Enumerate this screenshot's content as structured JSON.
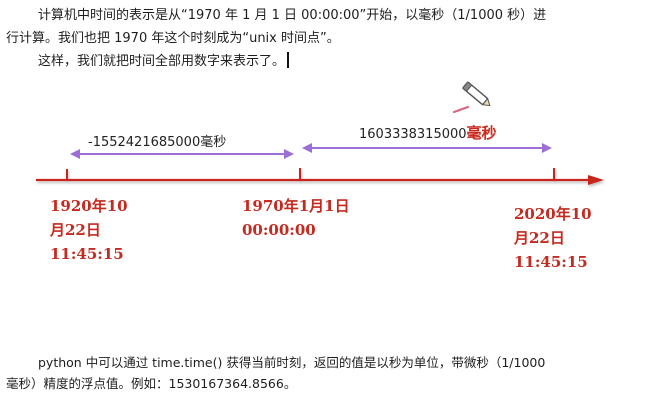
{
  "intro": {
    "line1": "计算机中时间的表示是从“1970 年 1 月 1 日  00:00:00”开始，以毫秒（1/1000 秒）进",
    "line2": "行计算。我们也把 1970 年这个时刻成为“unix 时间点”。",
    "line3": "这样，我们就把时间全部用数字来表示了。"
  },
  "timeline": {
    "axis_color": "#c8281e",
    "span_arrow_color": "#9b6fd6",
    "spans": [
      {
        "value": "-1552421685000",
        "unit": "毫秒",
        "unit_style": "plain"
      },
      {
        "value": "1603338315000",
        "unit": "毫秒",
        "unit_style": "red-bold"
      }
    ],
    "points": [
      {
        "line1": "1920年10",
        "line2": "月22日",
        "line3": "11:45:15"
      },
      {
        "line1": "1970年1月1日",
        "line2": "00:00:00"
      },
      {
        "line1": "2020年10",
        "line2": "月22日",
        "line3": "11:45:15"
      }
    ]
  },
  "footer": {
    "line1": "python 中可以通过 time.time() 获得当前时刻，返回的值是以秒为单位，带微秒（1/1000",
    "line2": "毫秒）精度的浮点值。例如：1530167364.8566。"
  }
}
